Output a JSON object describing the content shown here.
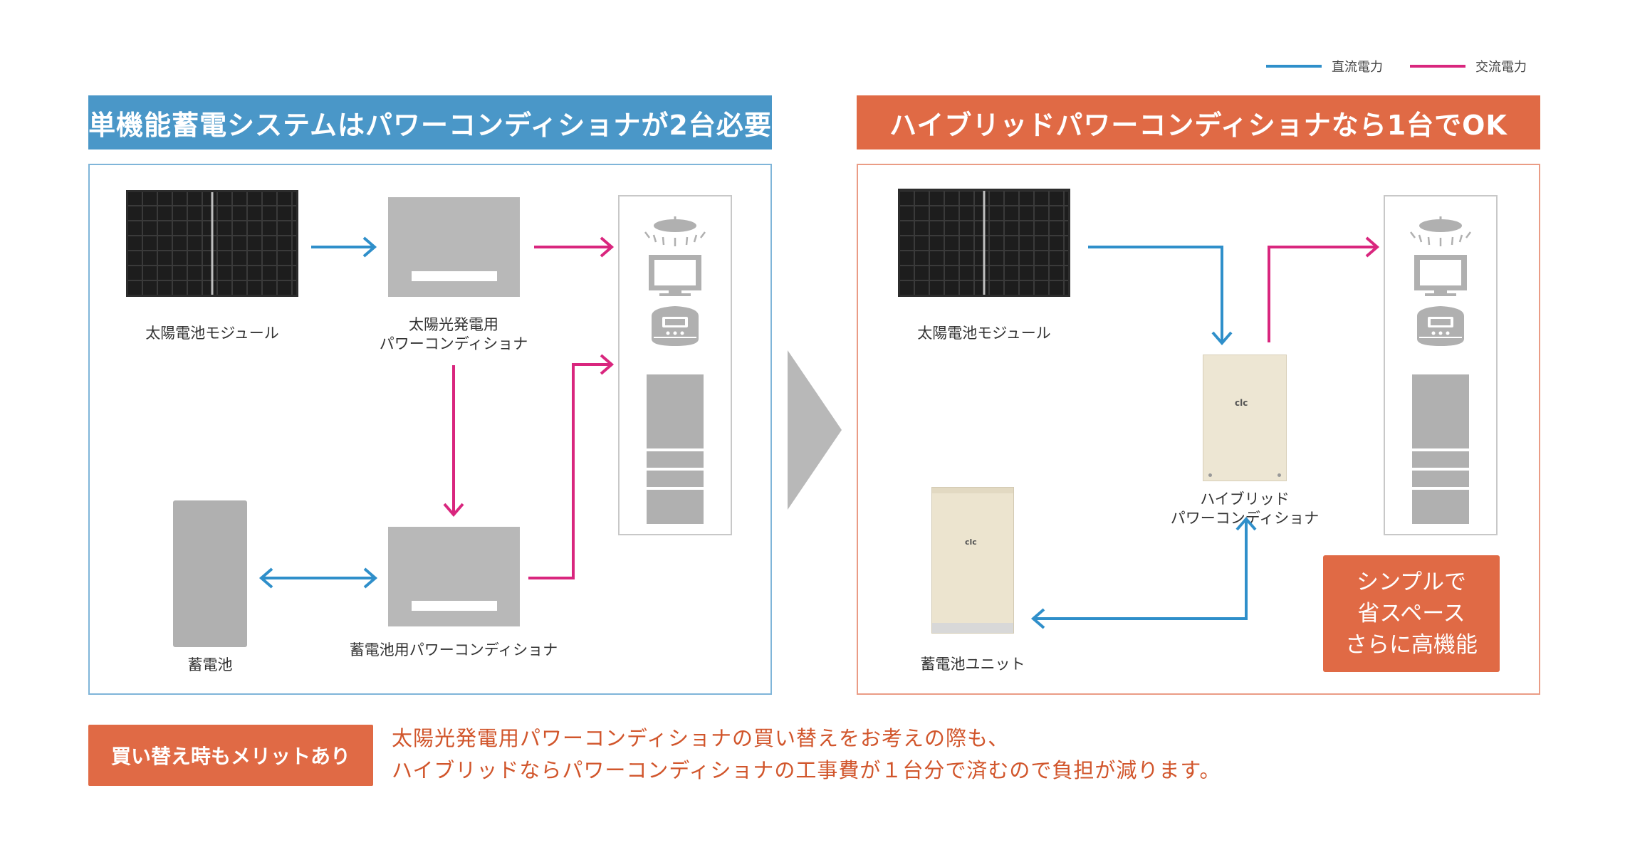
{
  "legend": {
    "dc": {
      "label": "直流電力",
      "color": "#2f8fca"
    },
    "ac": {
      "label": "交流電力",
      "color": "#d9267e"
    }
  },
  "left": {
    "header": "単機能蓄電システムはパワーコンディショナが2台必要",
    "header_color": "#4a97c8",
    "border_color": "#7fb5d9",
    "solar_label": "太陽電池モジュール",
    "pcs_solar_label_line1": "太陽光発電用",
    "pcs_solar_label_line2": "パワーコンディショナ",
    "battery_label": "蓄電池",
    "pcs_battery_label": "蓄電池用パワーコンディショナ"
  },
  "right": {
    "header": "ハイブリッドパワーコンディショナなら1台でOK",
    "header_color": "#e06a45",
    "border_color": "#ea9c85",
    "solar_label": "太陽電池モジュール",
    "hybrid_label_line1": "ハイブリッド",
    "hybrid_label_line2": "パワーコンディショナ",
    "battery_unit_label": "蓄電池ユニット",
    "device_logo": "clc",
    "badge_line1": "シンプルで",
    "badge_line2": "省スペース",
    "badge_line3": "さらに高機能",
    "badge_color": "#e06a45"
  },
  "merit": {
    "badge": "買い替え時もメリットあり",
    "line1": "太陽光発電用パワーコンディショナの買い替えをお考えの際も、",
    "line2": "ハイブリッドならパワーコンディショナの工事費が１台分で済むので負担が減ります。"
  }
}
